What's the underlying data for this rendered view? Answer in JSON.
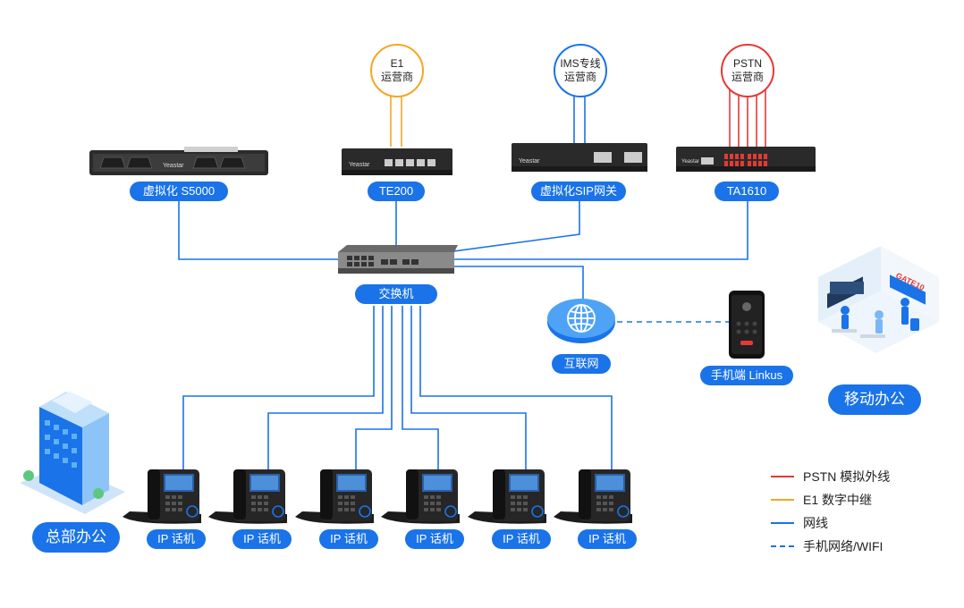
{
  "devices": {
    "s5000": "虚拟化 S5000",
    "te200": "TE200",
    "sip_gateway": "虚拟化SIP网关",
    "ta1610": "TA1610",
    "switch": "交换机",
    "internet": "互联网",
    "mobile": "手机端 Linkus",
    "ip_phone": "IP 话机"
  },
  "carriers": {
    "e1": [
      "E1",
      "运营商"
    ],
    "ims": [
      "IMS专线",
      "运营商"
    ],
    "pstn": [
      "PSTN",
      "运营商"
    ]
  },
  "sites": {
    "hq": "总部办公",
    "mobile_office": "移动办公",
    "gate_sign": "GATE10"
  },
  "legend": [
    {
      "label": "PSTN 模拟外线",
      "color": "#e53935",
      "style": "solid"
    },
    {
      "label": "E1 数字中继",
      "color": "#f5a623",
      "style": "solid"
    },
    {
      "label": "网线",
      "color": "#1a73e8",
      "style": "solid"
    },
    {
      "label": "手机网络/WIFI",
      "color": "#1a73e8",
      "style": "dashed"
    }
  ],
  "colors": {
    "accent": "#1a73e8",
    "pstn": "#e53935",
    "e1": "#f5a623"
  }
}
